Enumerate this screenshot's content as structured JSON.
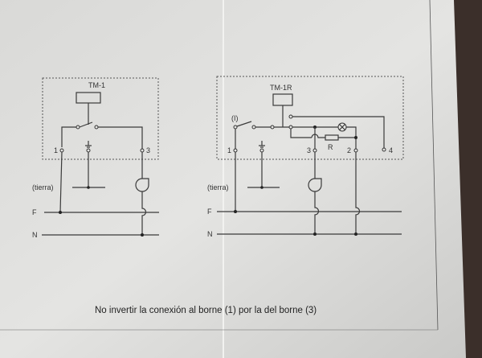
{
  "left": {
    "title": "TM-1",
    "t1": "1",
    "t3": "3",
    "earth_label": "(tierra)",
    "f": "F",
    "n": "N"
  },
  "right": {
    "title": "TM-1R",
    "switch": "(I)",
    "t1": "1",
    "t3": "3",
    "t2": "2",
    "t4": "4",
    "r": "R",
    "earth_label": "(tierra)",
    "f": "F",
    "n": "N"
  },
  "caption": "No invertir la conexión al borne (1) por la del borne (3)"
}
